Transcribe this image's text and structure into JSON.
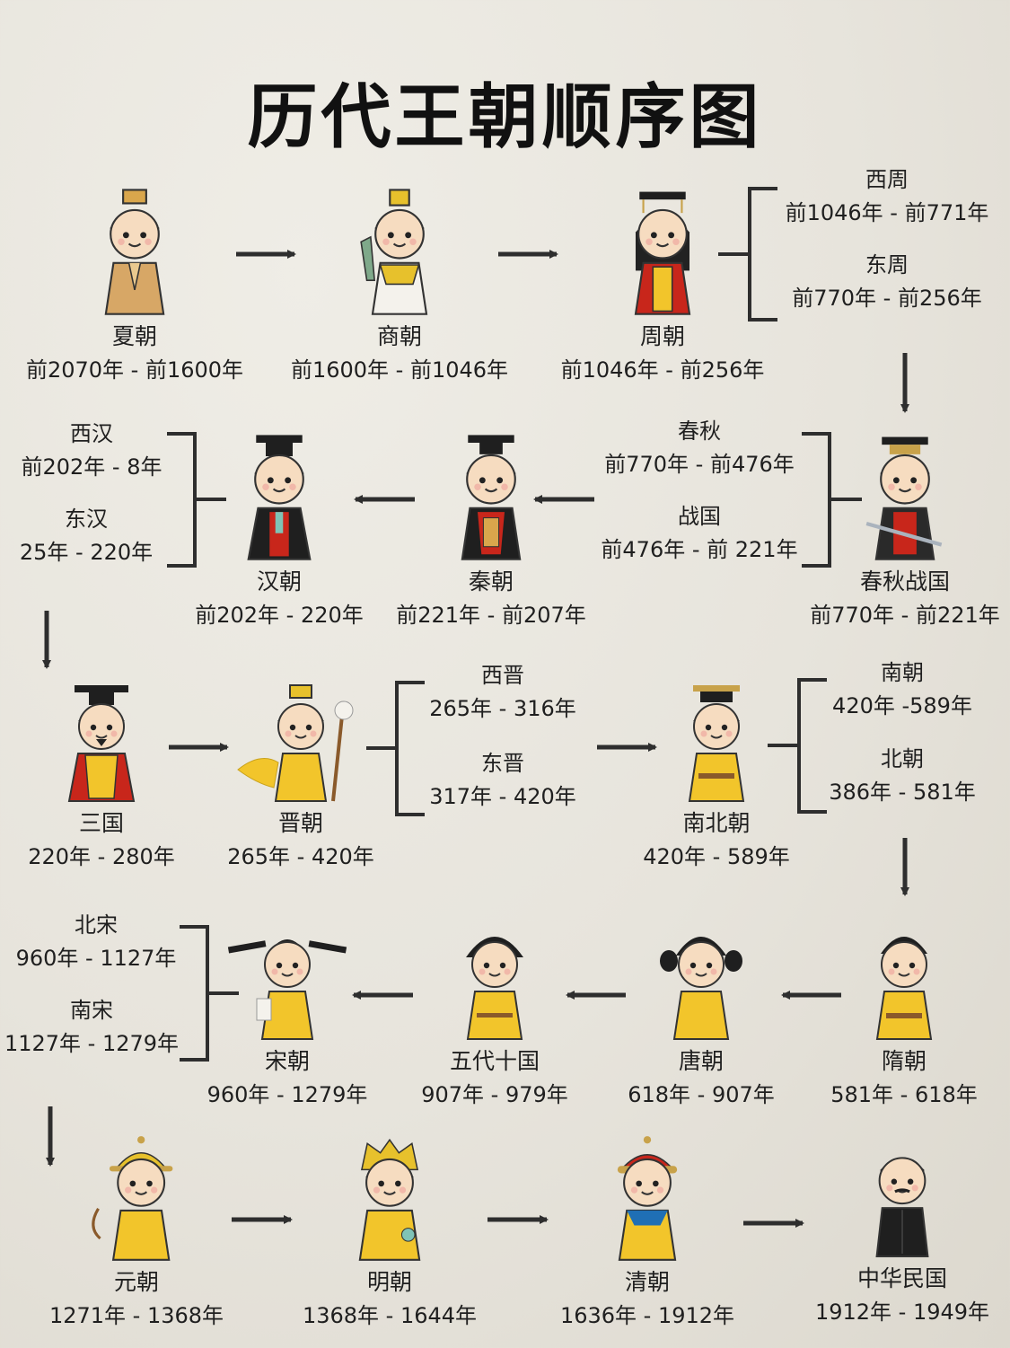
{
  "title": "历代王朝顺序图",
  "colors": {
    "ink": "#2e2e2e",
    "yellow": "#f2c52b",
    "red": "#c8261b",
    "black": "#1f1f1f",
    "tan": "#d7a766",
    "skin": "#f6dcc0"
  },
  "dynasties": [
    {
      "name": "夏朝",
      "years": "前2070年 - 前1600年",
      "icon": "xia-emperor-icon"
    },
    {
      "name": "商朝",
      "years": "前1600年 - 前1046年",
      "icon": "shang-emperor-icon"
    },
    {
      "name": "周朝",
      "years": "前1046年 - 前256年",
      "icon": "zhou-emperor-icon"
    },
    {
      "name": "春秋战国",
      "years": "前770年 - 前221年",
      "icon": "chunqiu-zhanguo-king-icon"
    },
    {
      "name": "秦朝",
      "years": "前221年 - 前207年",
      "icon": "qin-emperor-icon"
    },
    {
      "name": "汉朝",
      "years": "前202年 - 220年",
      "icon": "han-emperor-icon"
    },
    {
      "name": "三国",
      "years": "220年 - 280年",
      "icon": "three-kingdoms-ruler-icon"
    },
    {
      "name": "晋朝",
      "years": "265年 - 420年",
      "icon": "jin-emperor-icon"
    },
    {
      "name": "南北朝",
      "years": "420年 - 589年",
      "icon": "nanbei-emperor-icon"
    },
    {
      "name": "隋朝",
      "years": "581年 - 618年",
      "icon": "sui-emperor-icon"
    },
    {
      "name": "唐朝",
      "years": "618年 - 907年",
      "icon": "tang-emperor-icon"
    },
    {
      "name": "五代十国",
      "years": "907年 - 979年",
      "icon": "wudai-emperor-icon"
    },
    {
      "name": "宋朝",
      "years": "960年 - 1279年",
      "icon": "song-emperor-icon"
    },
    {
      "name": "元朝",
      "years": "1271年 - 1368年",
      "icon": "yuan-emperor-icon"
    },
    {
      "name": "明朝",
      "years": "1368年 - 1644年",
      "icon": "ming-emperor-icon"
    },
    {
      "name": "清朝",
      "years": "1636年 - 1912年",
      "icon": "qing-emperor-icon"
    },
    {
      "name": "中华民国",
      "years": "1912年 - 1949年",
      "icon": "republic-leader-icon"
    }
  ],
  "subperiods": {
    "zhou": [
      {
        "name": "西周",
        "years": "前1046年 - 前771年"
      },
      {
        "name": "东周",
        "years": "前770年 - 前256年"
      }
    ],
    "chunqiu": [
      {
        "name": "春秋",
        "years": "前770年 - 前476年"
      },
      {
        "name": "战国",
        "years": "前476年 - 前 221年"
      }
    ],
    "han": [
      {
        "name": "西汉",
        "years": "前202年 - 8年"
      },
      {
        "name": "东汉",
        "years": "25年 - 220年"
      }
    ],
    "jin": [
      {
        "name": "西晋",
        "years": "265年 - 316年"
      },
      {
        "name": "东晋",
        "years": "317年 - 420年"
      }
    ],
    "nanbei": [
      {
        "name": "南朝",
        "years": "420年 -589年"
      },
      {
        "name": "北朝",
        "years": "386年 - 581年"
      }
    ],
    "song": [
      {
        "name": "北宋",
        "years": "960年 - 1127年"
      },
      {
        "name": "南宋",
        "years": "1127年 - 1279年"
      }
    ]
  }
}
